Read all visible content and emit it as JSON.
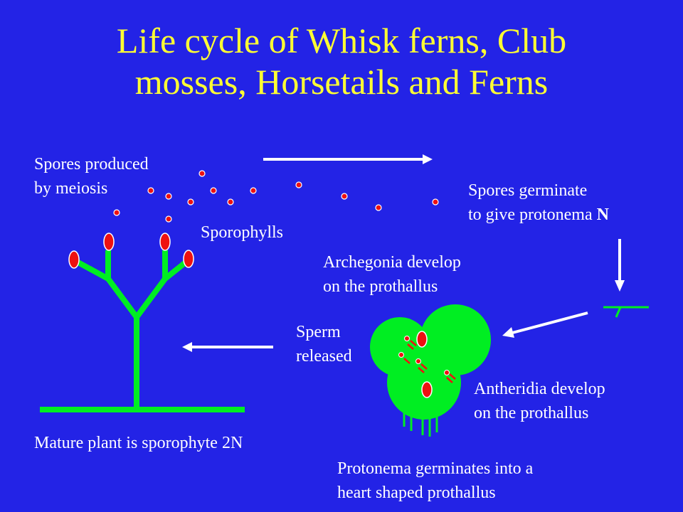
{
  "title": {
    "line1": "Life cycle of Whisk ferns, Club",
    "line2": "mosses, Horsetails and Ferns"
  },
  "labels": {
    "spores_produced": {
      "line1": "Spores produced",
      "line2": "by meiosis"
    },
    "spores_germinate": {
      "line1": "Spores germinate",
      "line2": "to give protonema ",
      "ploidy": "N"
    },
    "sporophylls": "Sporophylls",
    "archegonia": {
      "line1": "Archegonia develop",
      "line2": "on the prothallus"
    },
    "sperm": {
      "line1": "Sperm",
      "line2": "released"
    },
    "antheridia": {
      "line1": "Antheridia develop",
      "line2": "on the prothallus"
    },
    "mature_plant": "Mature plant is sporophyte 2N",
    "protonema": {
      "line1": "Protonema germinates into a",
      "line2": "heart shaped prothallus"
    }
  },
  "colors": {
    "background": "#2323e6",
    "title": "#ffff33",
    "text": "#ffffff",
    "plant": "#00ee22",
    "spore": "#ee1111",
    "arrow": "#ffffff"
  }
}
